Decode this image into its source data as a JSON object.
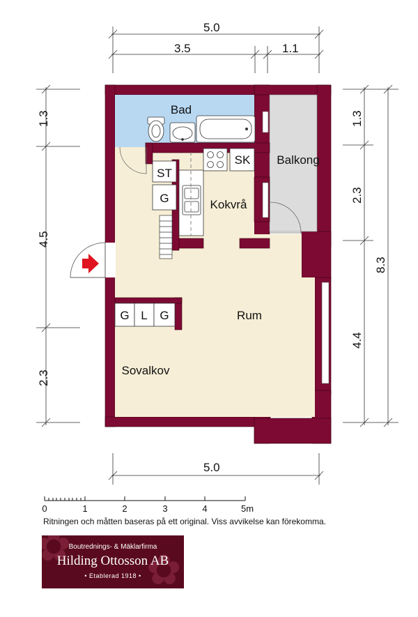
{
  "rooms": {
    "bad": "Bad",
    "balkong": "Balkong",
    "kokvra": "Kokvrå",
    "rum": "Rum",
    "sovalkov": "Sovalkov"
  },
  "fixtures": {
    "st": "ST",
    "g_kitchen": "G",
    "sk": "SK",
    "g1": "G",
    "l": "L",
    "g2": "G"
  },
  "dimensions": {
    "top_total": "5.0",
    "top_left": "3.5",
    "top_right": "1.1",
    "left_upper": "1.3",
    "left_middle": "4.5",
    "left_lower": "2.3",
    "right_upper": "1.3",
    "right_middle": "2.3",
    "right_lower": "4.4",
    "right_total": "8.3",
    "bottom_total": "5.0"
  },
  "scale": {
    "labels": [
      "0",
      "1",
      "2",
      "3",
      "4",
      "5m"
    ]
  },
  "disclaimer": "Ritningen och måtten baseras på ett original. Viss avvikelse kan förekomma.",
  "logo": {
    "line1": "Boutrednings- & Mäklarfirma",
    "line2": "Hilding Ottosson AB",
    "line3": "• Etablerad 1918 •"
  },
  "colors": {
    "wall": "#7d0a33",
    "floor": "#f6eed6",
    "bathroom": "#b8d8f2",
    "balcony": "#dcdcdc",
    "entry_arrow": "#e0141e",
    "logo_bg": "#5a0a1e"
  }
}
